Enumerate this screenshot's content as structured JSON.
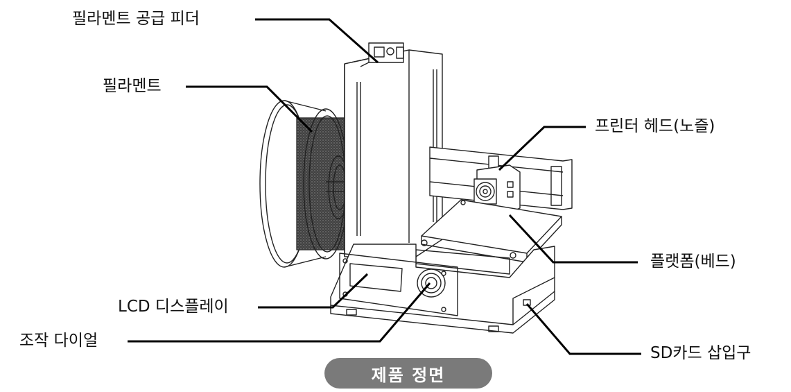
{
  "labels": {
    "feeder": "필라멘트 공급 피더",
    "filament": "필라멘트",
    "head": "프린터 헤드(노즐)",
    "platform": "플랫폼(베드)",
    "lcd": "LCD 디스플레이",
    "dial": "조작 다이얼",
    "sdcard": "SD카드 삽입구"
  },
  "caption": "제품 정면",
  "colors": {
    "line": "#000000",
    "badge": "#7a7a7a",
    "badge_text": "#ffffff"
  }
}
